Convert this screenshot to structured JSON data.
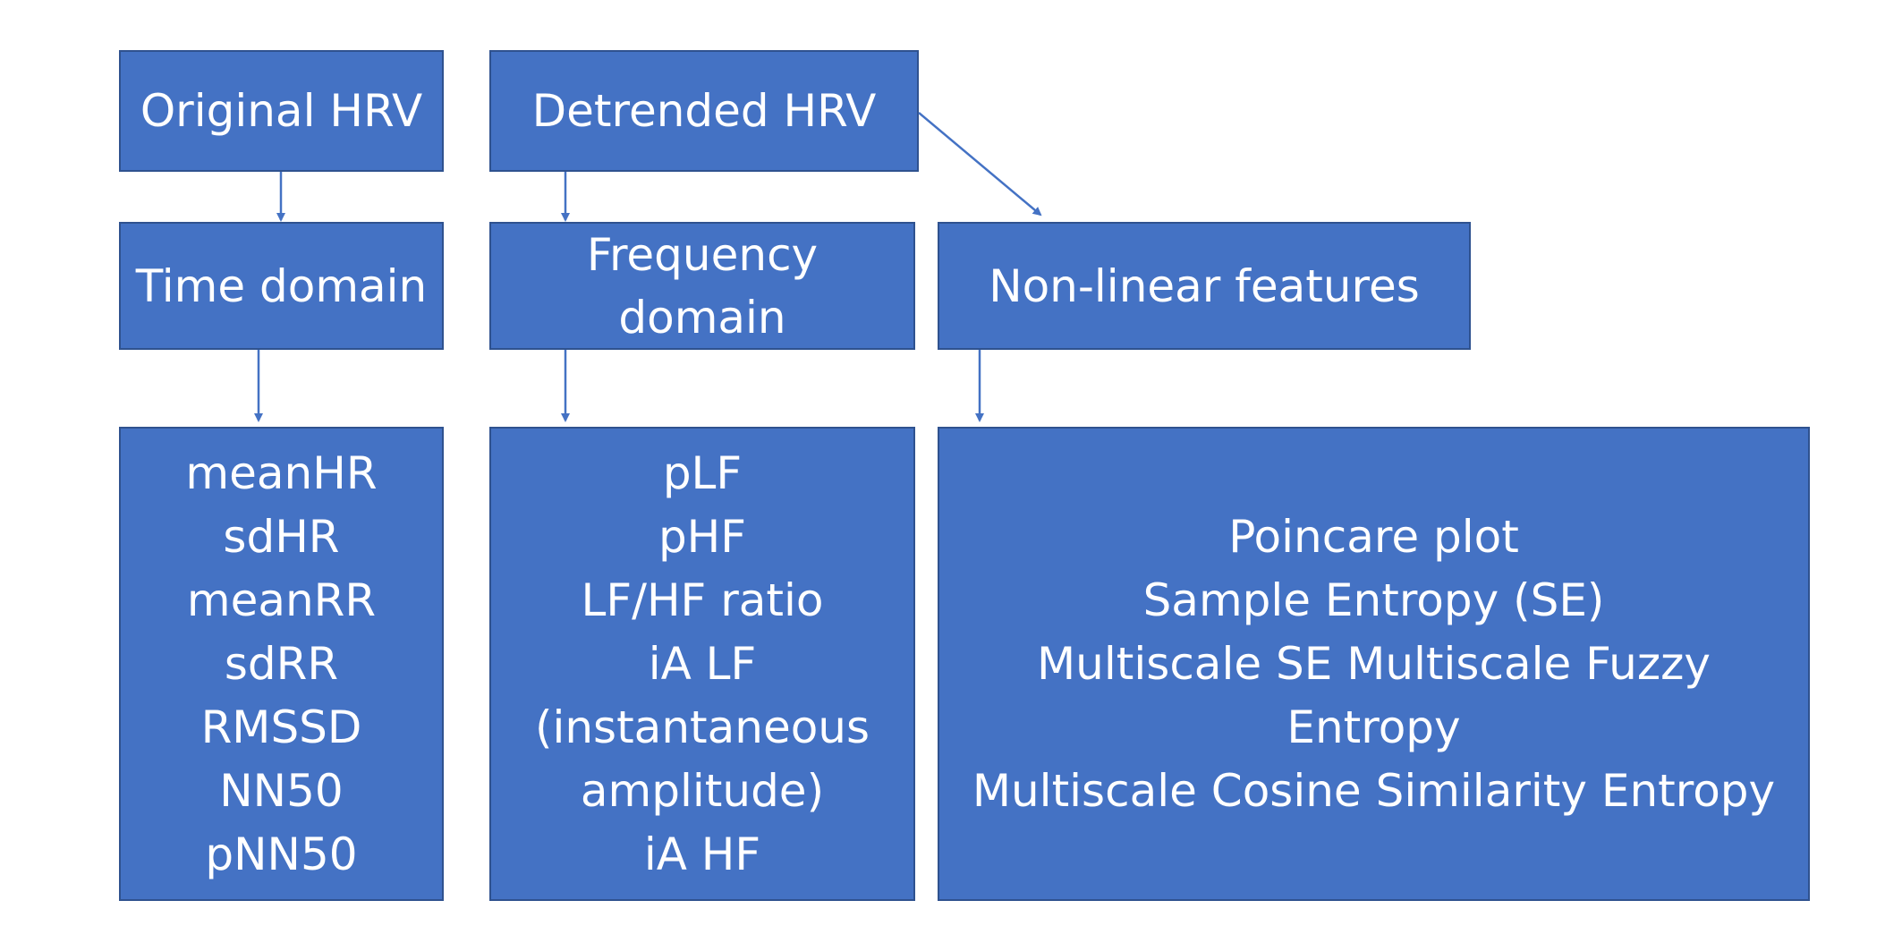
{
  "colors": {
    "box_fill": "#4472c4",
    "box_border": "#2f528f",
    "arrow": "#4472c4",
    "text": "#ffffff"
  },
  "sources": {
    "original": "Original HRV",
    "detrended": "Detrended HRV"
  },
  "domains": {
    "time": "Time domain",
    "frequency_line1": "Frequency",
    "frequency_line2": "domain",
    "nonlinear": "Non-linear features"
  },
  "time_features": [
    "meanHR",
    "sdHR",
    "meanRR",
    "sdRR",
    "RMSSD",
    "NN50",
    "pNN50"
  ],
  "frequency_features": [
    "pLF",
    "pHF",
    "LF/HF ratio",
    "iA LF",
    "(instantaneous",
    "amplitude)",
    "iA HF"
  ],
  "nonlinear_features": [
    "Poincare plot",
    "Sample Entropy (SE)",
    "Multiscale SE Multiscale Fuzzy",
    "Entropy",
    "Multiscale Cosine Similarity Entropy"
  ]
}
